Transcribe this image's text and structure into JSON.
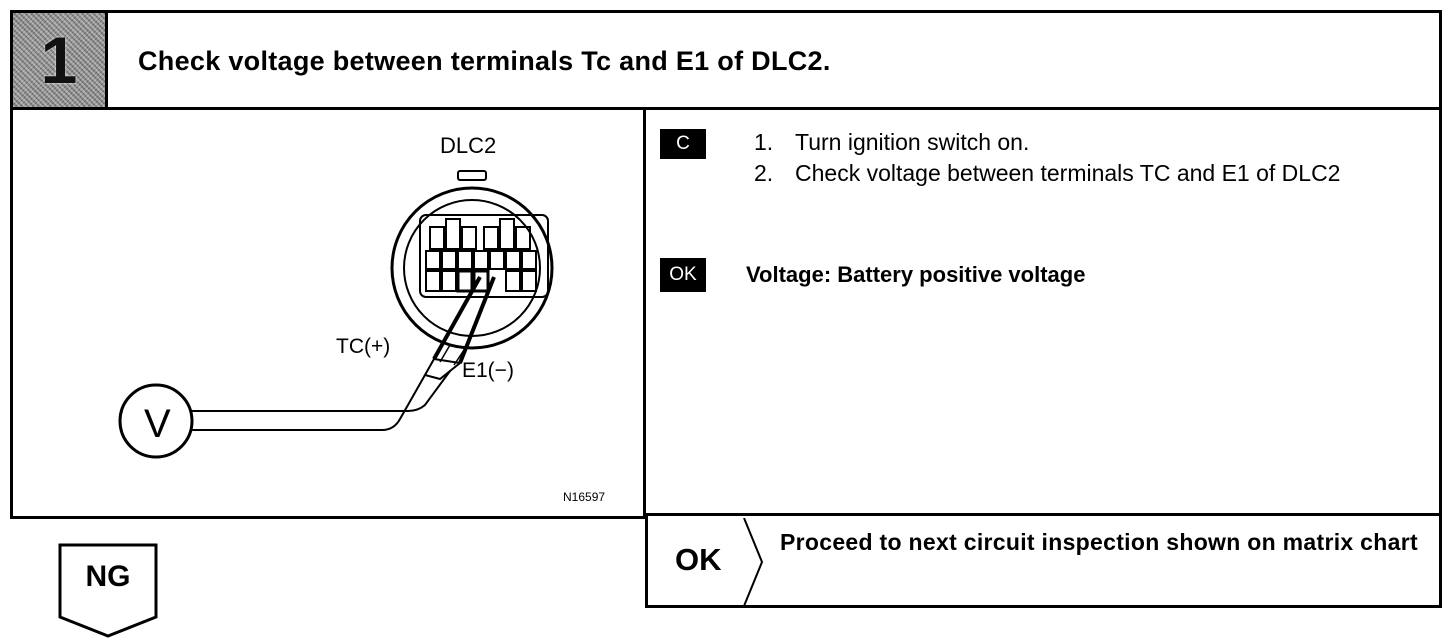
{
  "header": {
    "step_number": "1",
    "title": "Check voltage between terminals Tc and E1 of DLC2."
  },
  "diagram": {
    "connector_label": "DLC2",
    "tc_label": "TC(+)",
    "e1_label": "E1(−)",
    "meter_symbol": "V",
    "figure_code": "N16597"
  },
  "procedure": {
    "tag": "C",
    "steps": [
      {
        "num": "1.",
        "text": "Turn ignition switch on."
      },
      {
        "num": "2.",
        "text": "Check voltage between terminals TC and E1 of DLC2"
      }
    ]
  },
  "spec": {
    "tag": "OK",
    "text": "Voltage:  Battery positive voltage"
  },
  "results": {
    "ok_label": "OK",
    "ok_text": "Proceed to next circuit inspection shown on matrix chart",
    "ng_label": "NG"
  }
}
